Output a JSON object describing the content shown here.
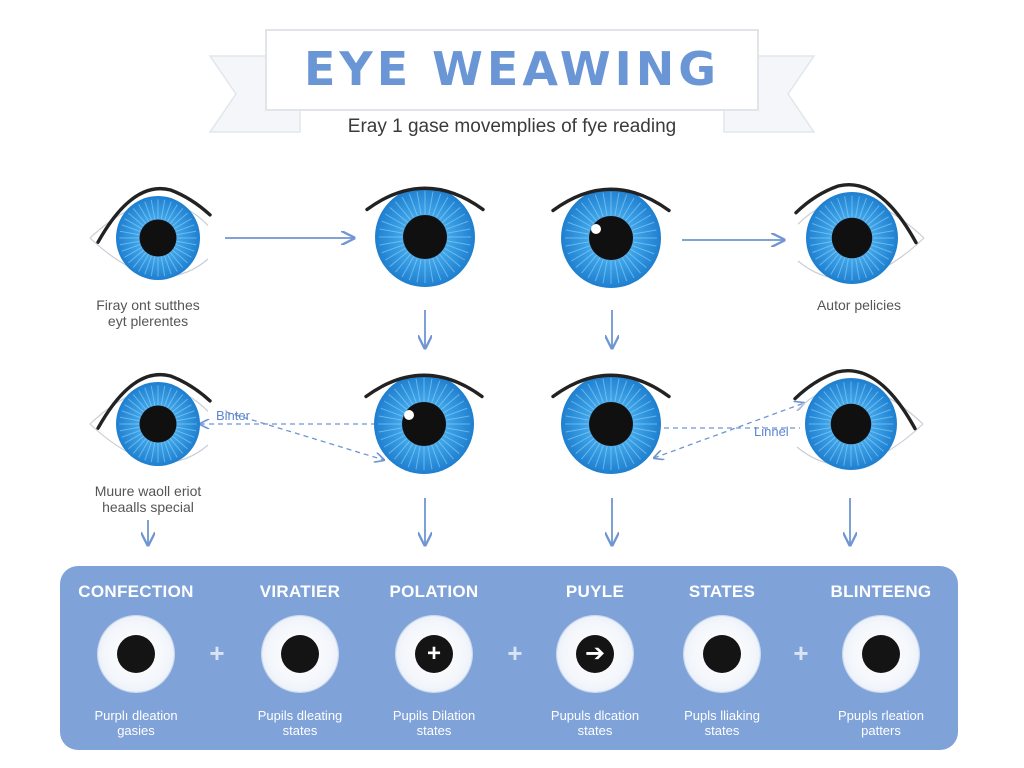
{
  "header": {
    "title": "EYE WEAWING",
    "subtitle": "Eray 1 gase movemplies of fye reading"
  },
  "top_row_labels": [
    {
      "line1": "Firay ont sutthes",
      "line2": "eyt plerentes"
    },
    {
      "line1": "Autor pelicies",
      "line2": ""
    }
  ],
  "middle_row_labels": [
    {
      "line1": "Muure waoll eriot",
      "line2": "heaalls special"
    }
  ],
  "flow_labels": {
    "left": "Binter",
    "right": "Linnel"
  },
  "colors": {
    "iris": "#3aa0e6",
    "iris_dark": "#1f7fcf",
    "arrow": "#6f95d3",
    "panel": "#7fa2d9",
    "title": "#6a96d6"
  },
  "bottom_panel": {
    "cells": [
      {
        "heading": "CONFECTION",
        "caption1": "Purplı dleation",
        "caption2": "gasies",
        "icon": ""
      },
      {
        "heading": "VIRATIER",
        "caption1": "Pupils dleating",
        "caption2": "states",
        "icon": ""
      },
      {
        "heading": "POLATION",
        "caption1": "Pupils Dilation",
        "caption2": "states",
        "icon": "+"
      },
      {
        "heading": "PUYLE",
        "caption1": "Pupuls dlcation",
        "caption2": "states",
        "icon": "➔"
      },
      {
        "heading": "STATES",
        "caption1": "Pupls lliaking",
        "caption2": "states",
        "icon": ""
      },
      {
        "heading": "BLINTEENG",
        "caption1": "Ppupls rleation",
        "caption2": "patters",
        "icon": ""
      }
    ],
    "separators": [
      "+",
      "+",
      "+"
    ]
  }
}
